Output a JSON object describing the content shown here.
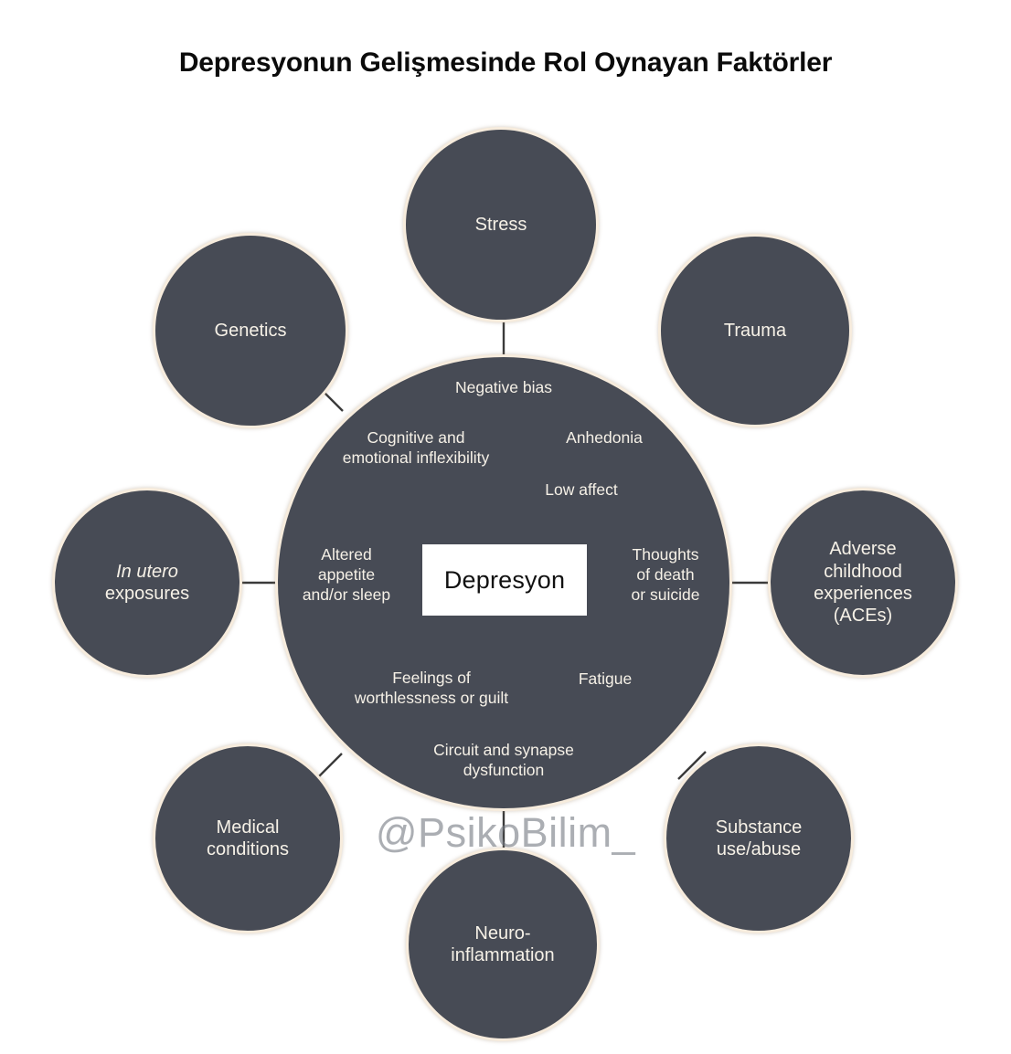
{
  "title": "Depresyonun Gelişmesinde Rol Oynayan Faktörler",
  "core": {
    "center_label": "Depresyon",
    "symptoms": [
      {
        "id": "negative-bias",
        "text": "Negative bias"
      },
      {
        "id": "cognitive-inflexibility",
        "line1": "Cognitive and",
        "line2": "emotional inflexibility"
      },
      {
        "id": "anhedonia",
        "text": "Anhedonia"
      },
      {
        "id": "low-affect",
        "text": "Low affect"
      },
      {
        "id": "altered-appetite",
        "line1": "Altered",
        "line2": "appetite",
        "line3": "and/or sleep"
      },
      {
        "id": "thoughts-of-death",
        "line1": "Thoughts",
        "line2": "of death",
        "line3": "or suicide"
      },
      {
        "id": "worthlessness",
        "line1": "Feelings of",
        "line2": "worthlessness or guilt"
      },
      {
        "id": "fatigue",
        "text": "Fatigue"
      },
      {
        "id": "circuit-dysfunction",
        "line1": "Circuit and synapse",
        "line2": "dysfunction"
      }
    ]
  },
  "factors": [
    {
      "id": "stress",
      "label": "Stress"
    },
    {
      "id": "trauma",
      "label": "Trauma"
    },
    {
      "id": "genetics",
      "label": "Genetics"
    },
    {
      "id": "adverse-childhood-experiences",
      "line1": "Adverse",
      "line2": "childhood",
      "line3": "experiences",
      "line4": "(ACEs)"
    },
    {
      "id": "in-utero-exposures",
      "line1": "In utero",
      "line2": "exposures"
    },
    {
      "id": "substance-use-abuse",
      "line1": "Substance",
      "line2": "use/abuse"
    },
    {
      "id": "medical-conditions",
      "line1": "Medical",
      "line2": "conditions"
    },
    {
      "id": "neuroinflammation",
      "line1": "Neuro-",
      "line2": "inflammation"
    }
  ],
  "watermark": "@PsikoBilim_",
  "colors": {
    "circle_fill": "#474b55",
    "circle_border": "#f7ecdd",
    "text_on_circle": "#f6f1e7",
    "background": "#ffffff",
    "title_text": "#0b0b0b",
    "center_box_bg": "#ffffff",
    "center_box_text": "#111111",
    "watermark_text": "#787c84"
  }
}
